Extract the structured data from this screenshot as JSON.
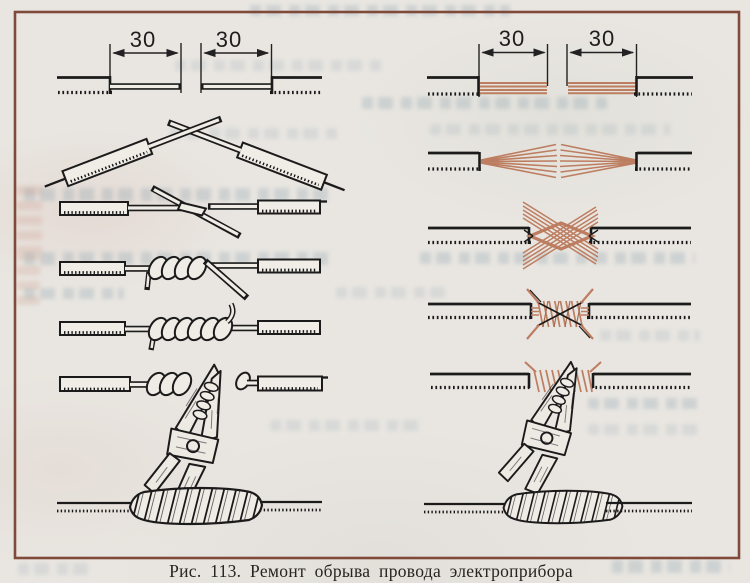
{
  "figure": {
    "caption": "Рис. 113. Ремонт обрыва провода электроприбора",
    "dimension_labels": [
      "30",
      "30",
      "30",
      "30"
    ],
    "columns": [
      {
        "id": "solid-wire-column",
        "steps": [
          "stripped-wire-ends-with-dimensions",
          "conductors-crossed",
          "conductors-hooked-single-twist",
          "conductors-partially-twisted",
          "conductors-fully-twisted",
          "twist-tightened-with-pliers",
          "joint-wrapped-with-insulating-tape"
        ]
      },
      {
        "id": "stranded-wire-column",
        "steps": [
          "stripped-strand-ends-with-dimensions",
          "strands-fanned-out",
          "strands-interleaved",
          "strands-twisted-together",
          "twist-tightened-with-pliers",
          "joint-wrapped-with-insulating-tape"
        ]
      }
    ]
  },
  "colors": {
    "paper": "#e9e6e1",
    "frame_border": "#804a3a",
    "ink": "#1b1b1b",
    "copper_strands": "#bd7d60",
    "ghost_showthrough": "#7e98a6"
  }
}
